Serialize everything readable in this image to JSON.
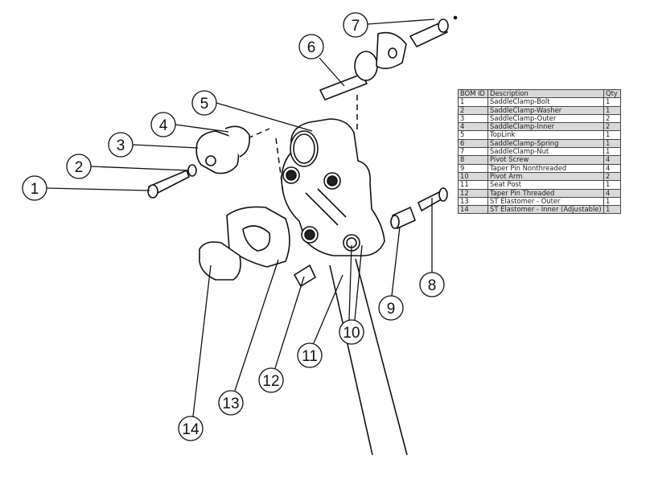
{
  "callouts": [
    "1",
    "2",
    "3",
    "4",
    "5",
    "6",
    "7",
    "8",
    "9",
    "10",
    "11",
    "12",
    "13",
    "14"
  ],
  "bom": {
    "headers": {
      "id": "BOM ID",
      "description": "Description",
      "qty": "Qty"
    },
    "rows": [
      {
        "id": "1",
        "description": "SaddleClamp-Bolt",
        "qty": "1"
      },
      {
        "id": "2",
        "description": "SaddleClamp-Washer",
        "qty": "1"
      },
      {
        "id": "3",
        "description": "SaddleClamp-Outer",
        "qty": "2"
      },
      {
        "id": "4",
        "description": "SaddleClamp-Inner",
        "qty": "2"
      },
      {
        "id": "5",
        "description": "TopLink",
        "qty": "1"
      },
      {
        "id": "6",
        "description": "SaddleClamp-Spring",
        "qty": "1"
      },
      {
        "id": "7",
        "description": "SaddleClamp-Nut",
        "qty": "1"
      },
      {
        "id": "8",
        "description": "Pivot Screw",
        "qty": "4"
      },
      {
        "id": "9",
        "description": "Taper Pin Nonthreaded",
        "qty": "4"
      },
      {
        "id": "10",
        "description": "Pivot Arm",
        "qty": "2"
      },
      {
        "id": "11",
        "description": "Seat Post",
        "qty": "1"
      },
      {
        "id": "12",
        "description": "Taper Pin Threaded",
        "qty": "4"
      },
      {
        "id": "13",
        "description": "ST Elastomer - Outer",
        "qty": "1"
      },
      {
        "id": "14",
        "description": "ST Elastomer - Inner (Adjustable)",
        "qty": "1"
      }
    ]
  }
}
